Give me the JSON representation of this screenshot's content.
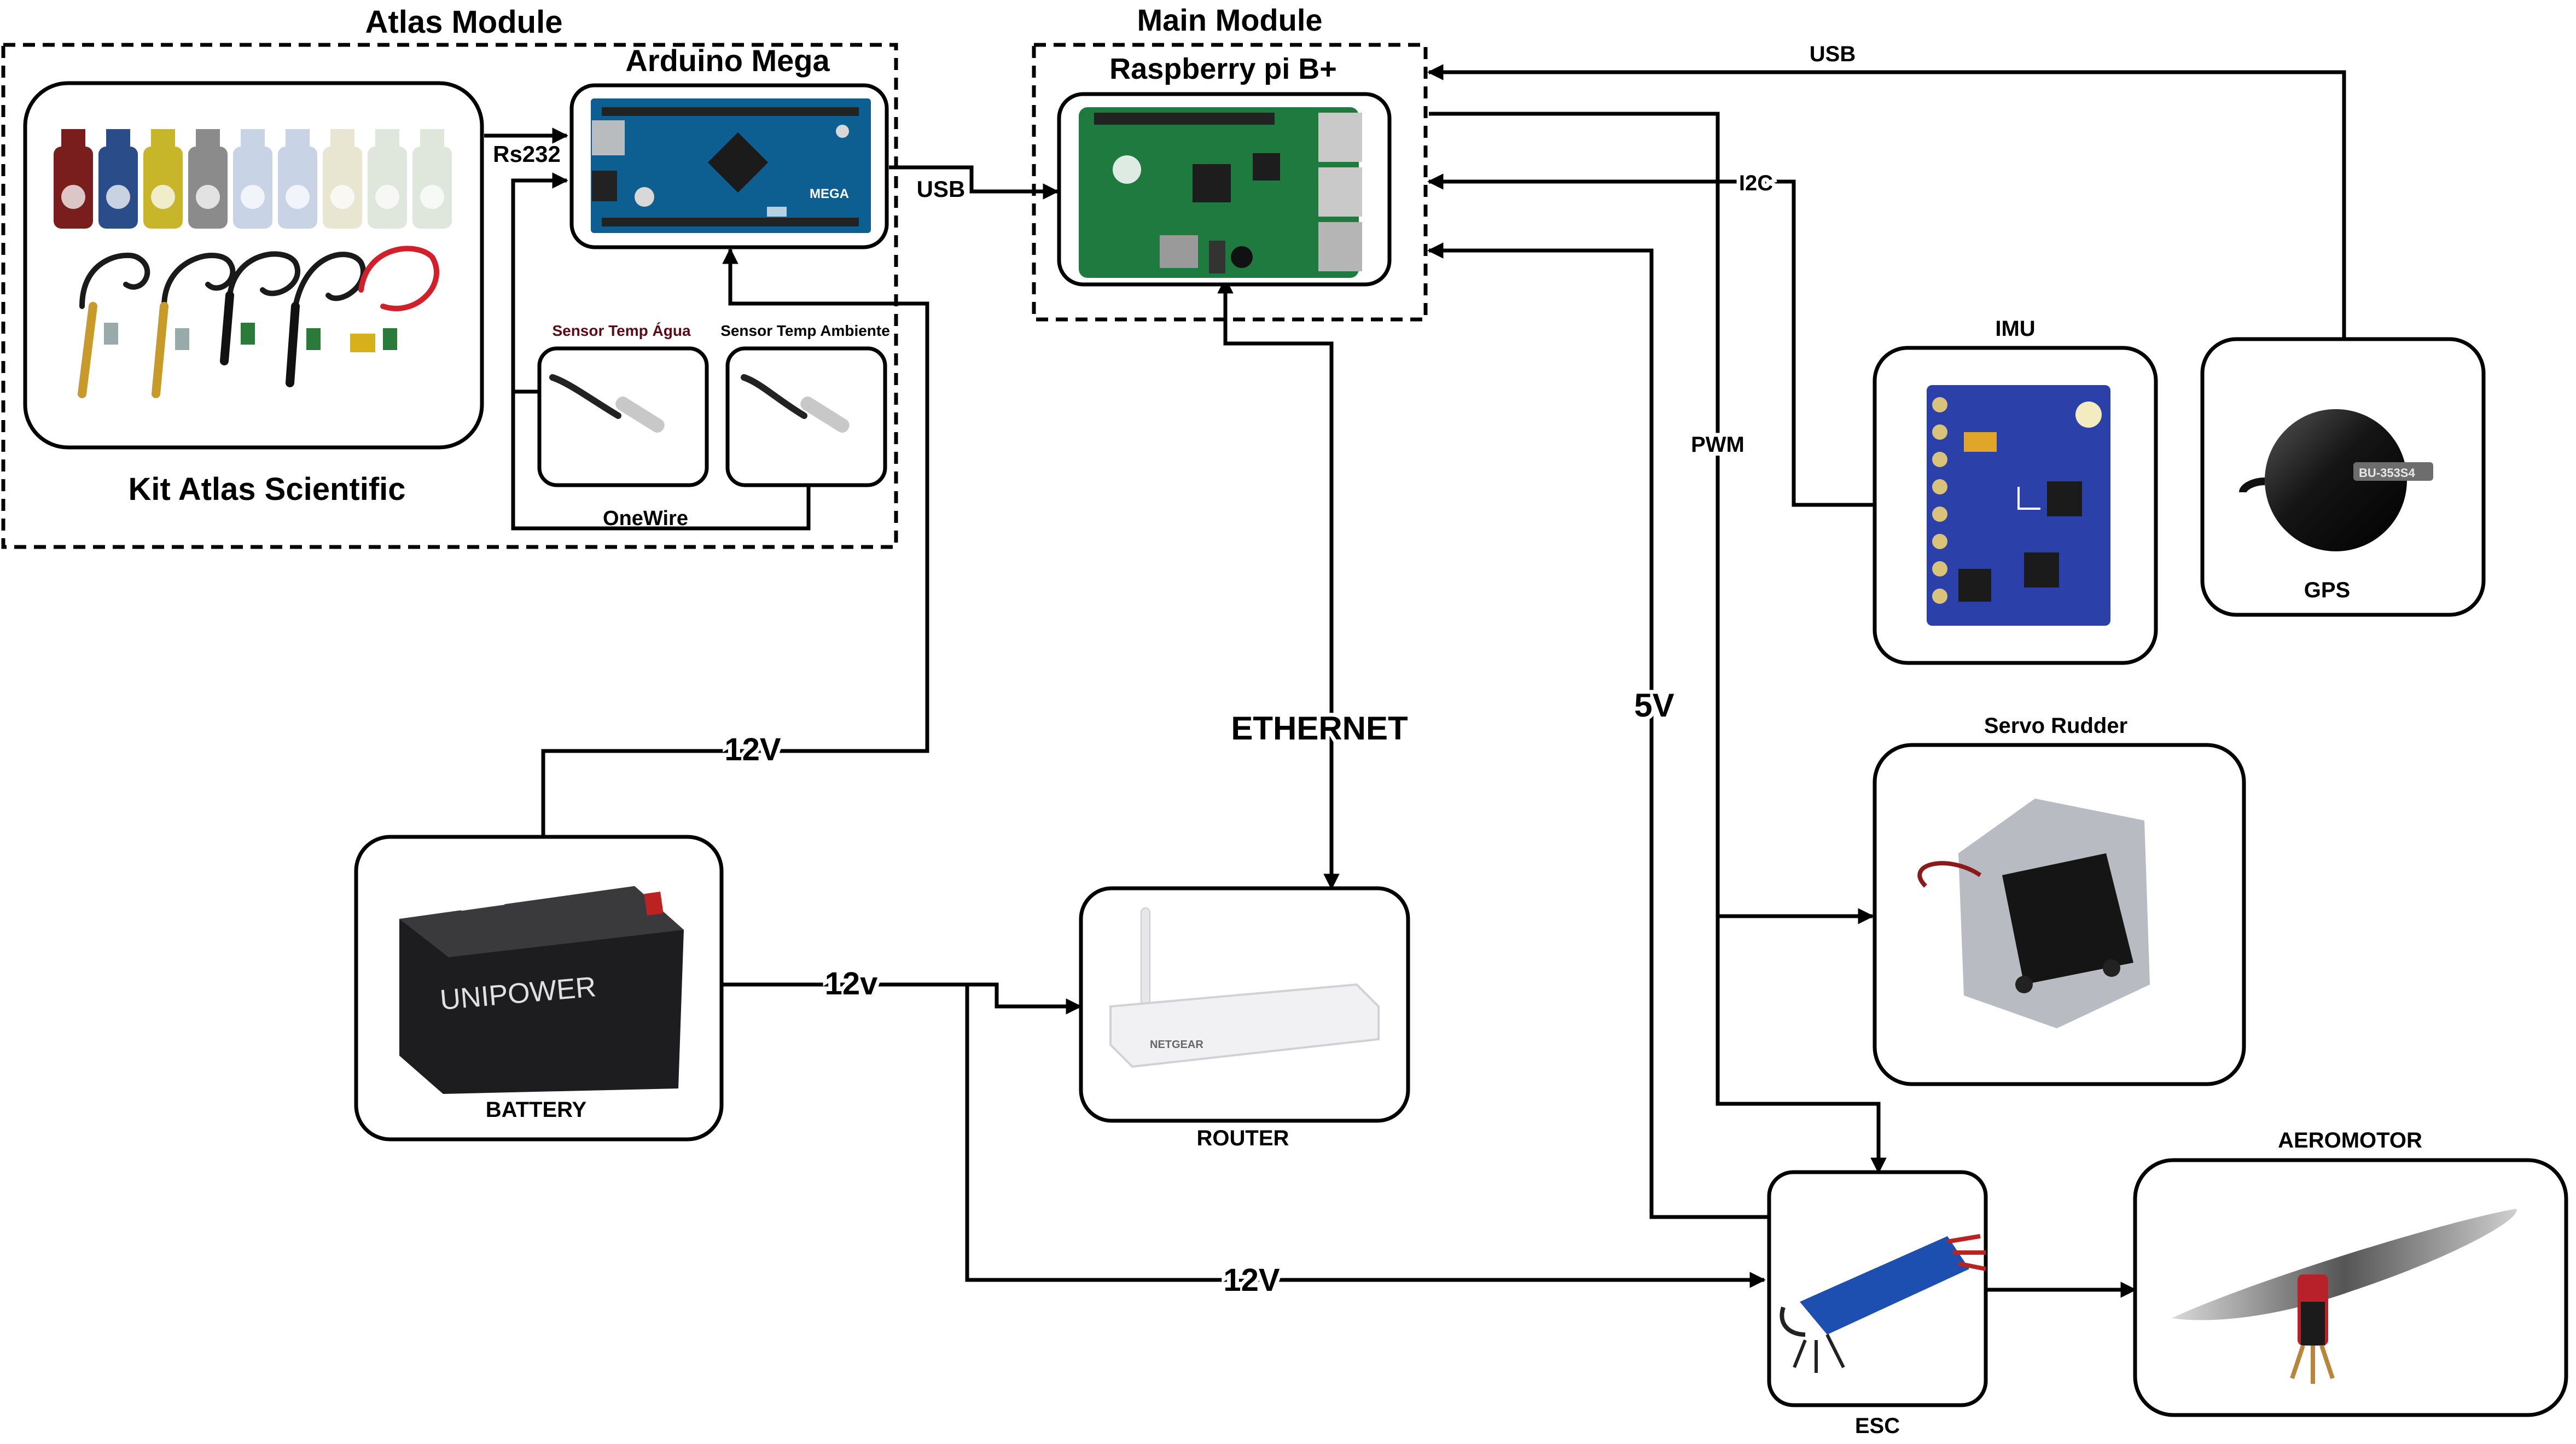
{
  "groups": {
    "atlas_module": "Atlas Module",
    "main_module": "Main Module"
  },
  "nodes": {
    "arduino": "Arduino Mega",
    "raspberry": "Raspberry pi B+",
    "kit_atlas": "Kit Atlas Scientific",
    "sensor_water": "Sensor Temp Água",
    "sensor_ambient": "Sensor Temp Ambiente",
    "imu": "IMU",
    "gps": "GPS",
    "servo": "Servo Rudder",
    "battery": "BATTERY",
    "router": "ROUTER",
    "esc": "ESC",
    "aeromotor": "AEROMOTOR"
  },
  "edges": {
    "rs232": "Rs232",
    "usb_arduino": "USB",
    "usb_gps": "USB",
    "i2c": "I2C",
    "pwm": "PWM",
    "onewire": "OneWire",
    "v12_arduino": "12V",
    "ethernet": "ETHERNET",
    "v5": "5V",
    "v12_router": "12v",
    "v12_esc": "12V"
  },
  "printed_marks": {
    "battery_brand": "UNIPOWER",
    "router_brand": "NETGEAR",
    "arduino_board": "MEGA",
    "gps_model": "BU-353S4"
  },
  "colors": {
    "line": "#000000",
    "background": "#ffffff",
    "arduino_board": "#0e5f91",
    "raspberry_board": "#1f7a3f",
    "battery_body": "#1d1d1f",
    "gps_puck": "#121212",
    "imu_board": "#2b40a8",
    "esc_body": "#1c4fb0"
  }
}
